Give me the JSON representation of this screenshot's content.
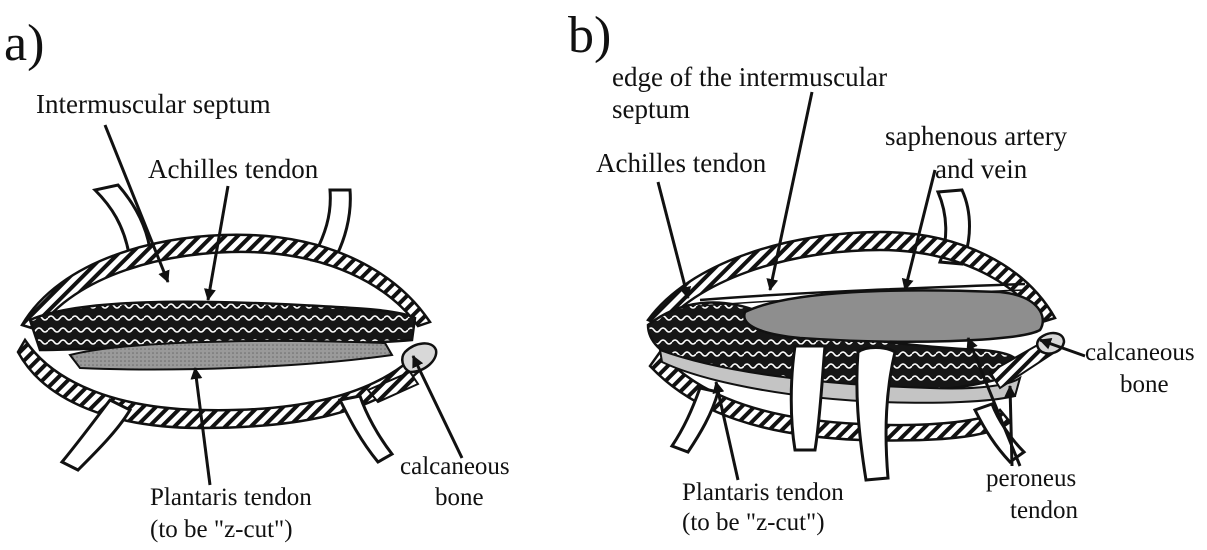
{
  "panel_a": {
    "letter": "a)",
    "labels": {
      "intermuscular_septum": "Intermuscular septum",
      "achilles_tendon": "Achilles tendon",
      "plantaris_line1": "Plantaris tendon",
      "plantaris_line2": "(to be \"z-cut\")",
      "calcaneous_line1": "calcaneous",
      "calcaneous_line2": "bone"
    }
  },
  "panel_b": {
    "letter": "b)",
    "labels": {
      "edge_line1": "edge of the intermuscular",
      "edge_line2": "septum",
      "achilles_tendon": "Achilles tendon",
      "saphenous_line1": "saphenous artery",
      "saphenous_line2": "and vein",
      "calcaneous_line1": "calcaneous",
      "calcaneous_line2": "bone",
      "peroneus_line1": "peroneus",
      "peroneus_line2": "tendon",
      "plantaris_line1": "Plantaris tendon",
      "plantaris_line2": "(to be \"z-cut\")"
    }
  },
  "colors": {
    "ink": "#111111",
    "tendon_gray": "#8e8e8e",
    "light_gray": "#c4c4c4",
    "background": "#ffffff"
  }
}
